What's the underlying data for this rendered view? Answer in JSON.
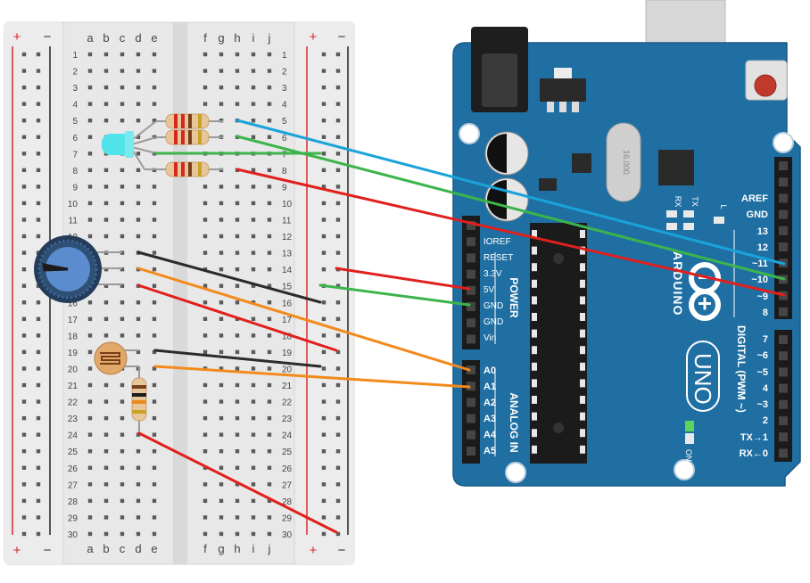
{
  "breadboard": {
    "plus_symbol": "+",
    "minus_symbol": "−",
    "columns_left": [
      "a",
      "b",
      "c",
      "d",
      "e"
    ],
    "columns_right": [
      "f",
      "g",
      "h",
      "i",
      "j"
    ],
    "row_count": 30
  },
  "arduino": {
    "brand": "ARDUINO",
    "model": "UNO",
    "crystal_label": "16.000",
    "power_header_title": "POWER",
    "power_pins": [
      "IOREF",
      "RESET",
      "3.3V",
      "5V",
      "GND",
      "GND",
      "Vin"
    ],
    "analog_header_title": "ANALOG IN",
    "analog_pins": [
      "A0",
      "A1",
      "A2",
      "A3",
      "A4",
      "A5"
    ],
    "digital_header_title": "DIGITAL (PWM ~)",
    "digital_top_pins": [
      "AREF",
      "GND",
      "13",
      "12",
      "~11",
      "~10",
      "~9",
      "8"
    ],
    "digital_bottom_pins": [
      "7",
      "~6",
      "~5",
      "4",
      "~3",
      "2",
      "TX→1",
      "RX←0"
    ],
    "led_labels": [
      "RX",
      "TX",
      "L"
    ],
    "on_label": "ON"
  },
  "colors": {
    "board_blue": "#1f6fa3",
    "wire_blue": "#1aa3d9",
    "wire_green": "#3cb44b",
    "wire_red": "#e0201d",
    "wire_black": "#2b2b2b",
    "wire_orange": "#f28a1c",
    "rail_red": "#d62b2b",
    "rail_blue": "#222222"
  }
}
